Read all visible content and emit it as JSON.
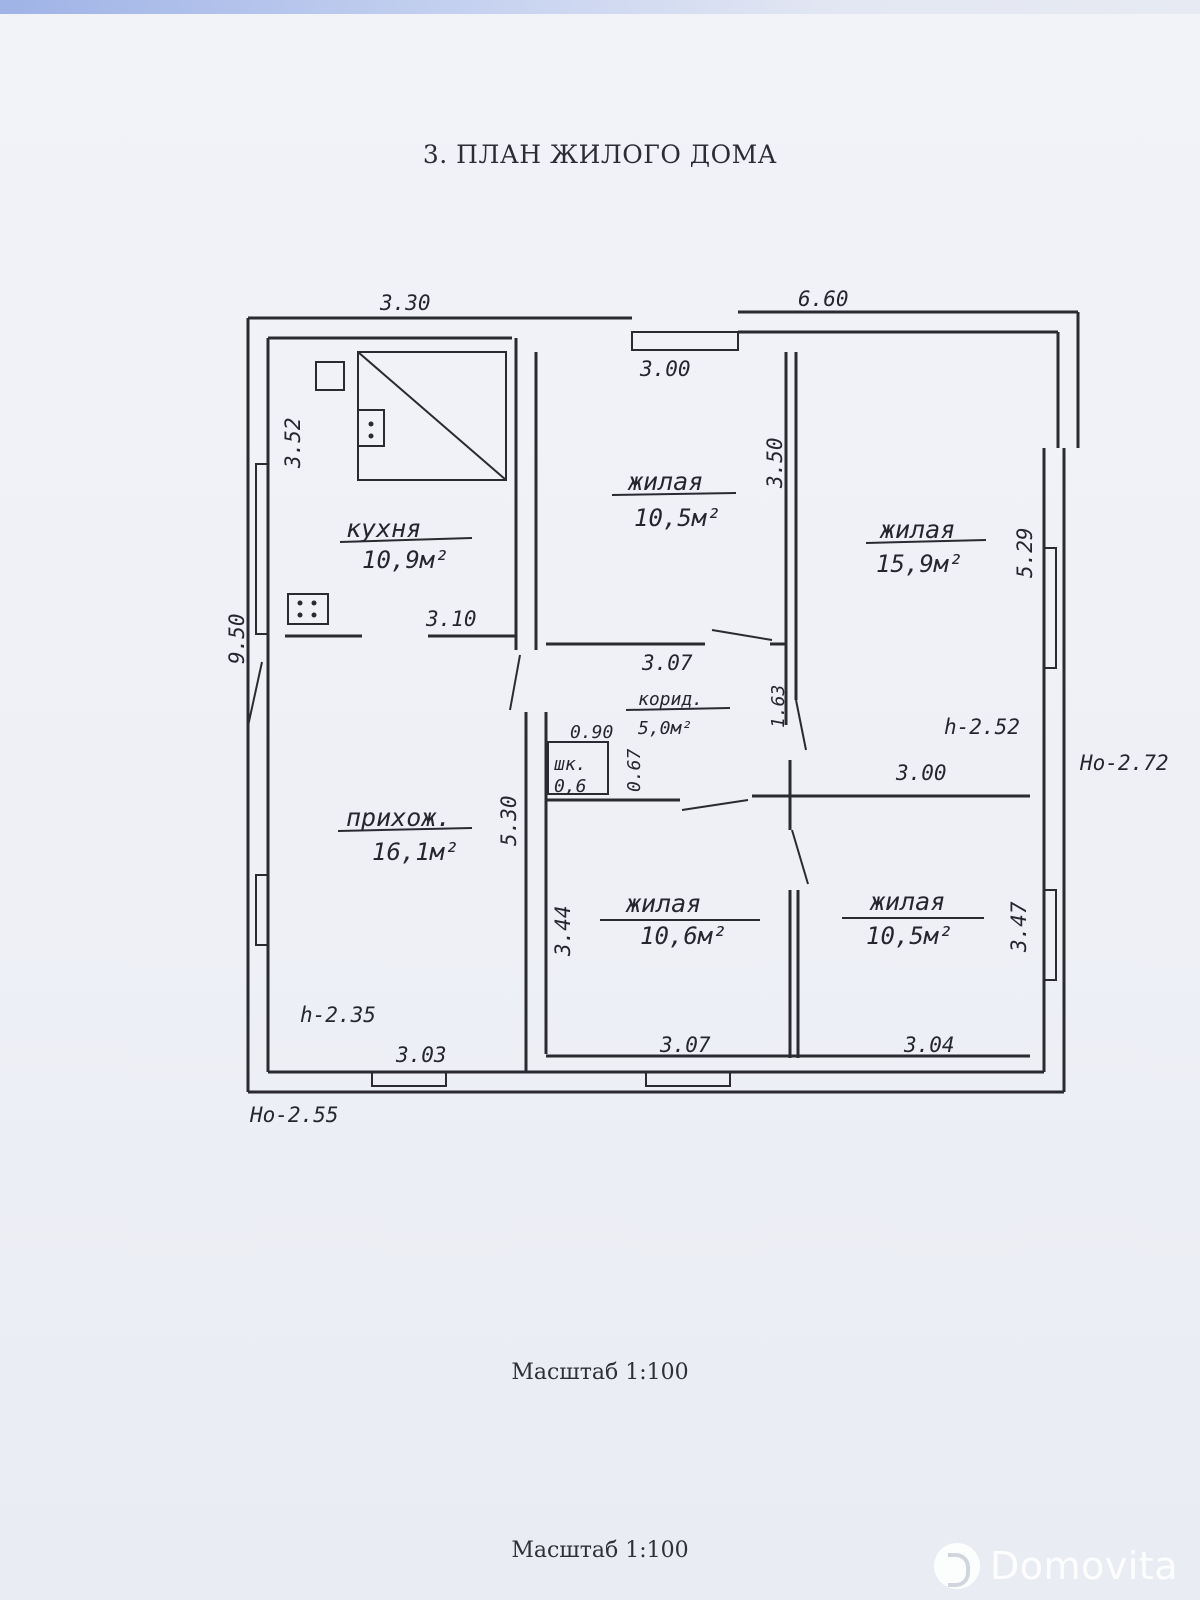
{
  "document": {
    "title": "3. ПЛАН ЖИЛОГО ДОМА",
    "scale_label_1": "Масштаб 1:100",
    "scale_label_2": "Масштаб 1:100"
  },
  "dimensions": {
    "top_left": "3.30",
    "top_right": "6.60",
    "kitchen_left": "3.52",
    "left_total": "9.50",
    "room1_top": "3.00",
    "room1_right": "3.50",
    "room2_right": "5.29",
    "kitchen_hall_partition": "3.10",
    "corridor_top": "3.07",
    "corridor_right": "1.63",
    "closet_width": "0.90",
    "closet_depth": "0.67",
    "room3_top": "3.00",
    "hall_right": "5.30",
    "room4_left": "3.44",
    "room5_right": "3.47",
    "bottom_hall": "3.03",
    "bottom_room4": "3.07",
    "bottom_room5": "3.04"
  },
  "heights": {
    "hall_h": "h-2.35",
    "right_h": "h-2.52",
    "right_ho": "Ho-2.72",
    "bottom_ho": "Ho-2.55"
  },
  "rooms": [
    {
      "name": "кухня",
      "area": "10,9м²"
    },
    {
      "name": "жилая",
      "area": "10,5м²"
    },
    {
      "name": "жилая",
      "area": "15,9м²"
    },
    {
      "name": "корид.",
      "area": "5,0м²"
    },
    {
      "name": "шк.",
      "area": "0,6"
    },
    {
      "name": "прихож.",
      "area": "16,1м²"
    },
    {
      "name": "жилая",
      "area": "10,6м²"
    },
    {
      "name": "жилая",
      "area": "10,5м²"
    }
  ],
  "watermark": {
    "brand": "Domovita",
    "icon": "domovita-logo-icon"
  },
  "colors": {
    "paper": "#eef0f6",
    "ink": "#2a2a30",
    "window_glass": "#cfd3dc"
  }
}
